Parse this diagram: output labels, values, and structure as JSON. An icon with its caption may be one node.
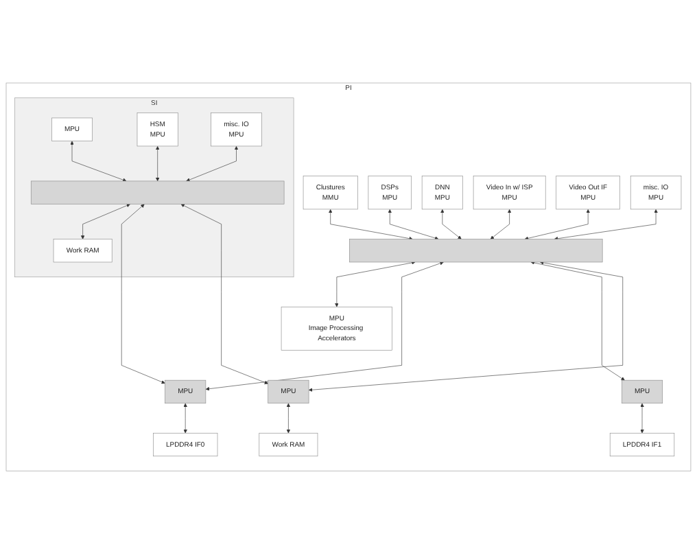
{
  "diagram": {
    "nodes": [
      {
        "text": [
          "PI"
        ]
      },
      {
        "text": [
          "Clustures",
          "MMU"
        ],
        "in": 0
      },
      {
        "text": [
          "DSPs",
          "MPU"
        ],
        "in": 0
      },
      {
        "text": [
          "DNN",
          "MPU"
        ],
        "in": 0
      },
      {
        "text": [
          "Video In w/ ISP",
          "MPU"
        ],
        "in": 0
      },
      {
        "text": [
          "Video Out IF",
          "MPU"
        ],
        "in": 0
      },
      {
        "text": [
          "misc. IO",
          "MPU"
        ],
        "in": 0
      },
      {
        "text": [],
        "shape": "bar",
        "in": 0
      },
      {
        "text": [
          "MPU",
          "Image Processing Accelerators"
        ],
        "in": 0
      },
      {
        "text": [
          "SI"
        ],
        "in": 0
      },
      {
        "text": [
          "MPU"
        ],
        "in": 9
      },
      {
        "text": [
          "HSM",
          "MPU"
        ],
        "in": 9
      },
      {
        "text": [
          "misc. IO",
          "MPU"
        ],
        "in": 9
      },
      {
        "text": [],
        "shape": "bar",
        "in": 9
      },
      {
        "text": [
          "Work RAM"
        ],
        "in": 9
      },
      {
        "text": [
          "MPU"
        ],
        "in": 0
      },
      {
        "text": [
          "MPU"
        ],
        "in": 0
      },
      {
        "text": [
          "MPU"
        ],
        "in": 0
      },
      {
        "text": [
          "LPDDR4 IF0"
        ],
        "in": 0
      },
      {
        "text": [
          "LPDDR4 IF1"
        ],
        "in": 0
      },
      {
        "text": [
          "Work RAM"
        ],
        "in": 0
      }
    ],
    "edges": [
      {
        "from": 1,
        "to": 7,
        "arrow": "both"
      },
      {
        "from": 2,
        "to": 7,
        "arrow": "both"
      },
      {
        "from": 3,
        "to": 7,
        "arrow": "both"
      },
      {
        "from": 4,
        "to": 7,
        "arrow": "both"
      },
      {
        "from": 5,
        "to": 7,
        "arrow": "both"
      },
      {
        "from": 6,
        "to": 7,
        "arrow": "both"
      },
      {
        "from": 7,
        "to": 8,
        "arrow": "both"
      },
      {
        "from": 10,
        "to": 13,
        "arrow": "both"
      },
      {
        "from": 11,
        "to": 13,
        "arrow": "both"
      },
      {
        "from": 12,
        "to": 13,
        "arrow": "both"
      },
      {
        "from": 13,
        "to": 14,
        "arrow": "both"
      },
      {
        "from": 7,
        "to": 15,
        "arrow": "both"
      },
      {
        "from": 7,
        "to": 16,
        "arrow": "both"
      },
      {
        "from": 7,
        "to": 17,
        "arrow": "both"
      },
      {
        "from": 13,
        "to": 15,
        "arrow": "both"
      },
      {
        "from": 13,
        "to": 17,
        "arrow": "both"
      },
      {
        "from": 15,
        "to": 18,
        "arrow": "both"
      },
      {
        "from": 16,
        "to": 19,
        "arrow": "both"
      },
      {
        "from": 17,
        "to": 20,
        "arrow": "both"
      }
    ]
  }
}
